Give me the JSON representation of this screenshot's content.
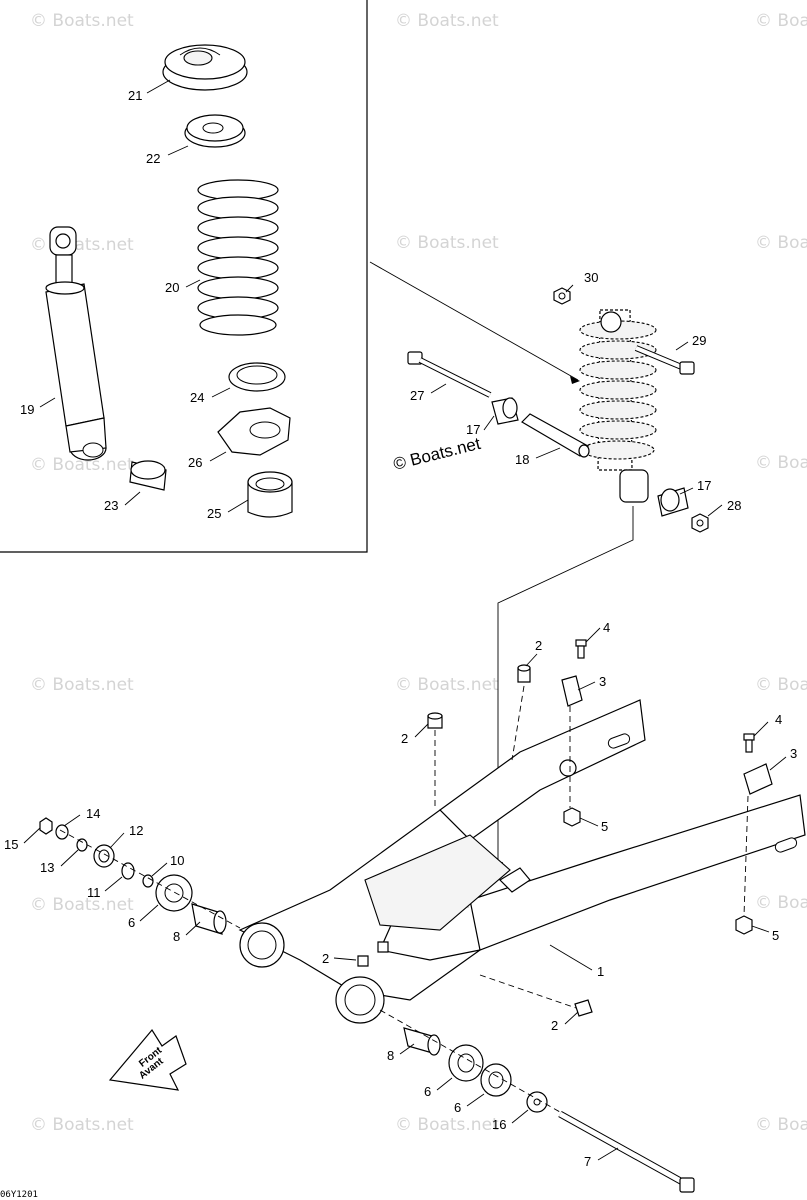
{
  "watermark": "© Boats.net",
  "drawing_code": "06Y1201",
  "front_arrow": {
    "line1": "Front",
    "line2": "Avant"
  },
  "callouts": [
    "1",
    "2",
    "2",
    "2",
    "2",
    "3",
    "3",
    "4",
    "4",
    "5",
    "5",
    "6",
    "6",
    "6",
    "7",
    "8",
    "8",
    "10",
    "11",
    "12",
    "13",
    "14",
    "15",
    "16",
    "17",
    "17",
    "18",
    "19",
    "20",
    "21",
    "22",
    "23",
    "24",
    "25",
    "26",
    "27",
    "28",
    "29",
    "30"
  ]
}
